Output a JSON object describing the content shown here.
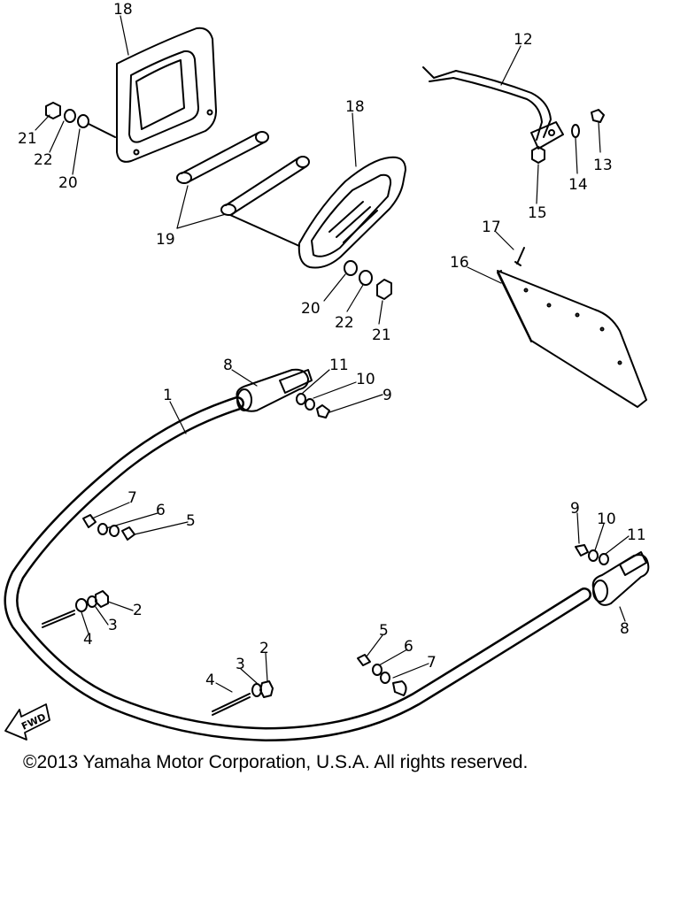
{
  "diagram": {
    "direction_marker": "FWD",
    "callouts": [
      {
        "id": "c18a",
        "text": "18"
      },
      {
        "id": "c21a",
        "text": "21"
      },
      {
        "id": "c22a",
        "text": "22"
      },
      {
        "id": "c20a",
        "text": "20"
      },
      {
        "id": "c19",
        "text": "19"
      },
      {
        "id": "c18b",
        "text": "18"
      },
      {
        "id": "c20b",
        "text": "20"
      },
      {
        "id": "c22b",
        "text": "22"
      },
      {
        "id": "c21b",
        "text": "21"
      },
      {
        "id": "c12",
        "text": "12"
      },
      {
        "id": "c13",
        "text": "13"
      },
      {
        "id": "c14",
        "text": "14"
      },
      {
        "id": "c15",
        "text": "15"
      },
      {
        "id": "c17",
        "text": "17"
      },
      {
        "id": "c16",
        "text": "16"
      },
      {
        "id": "c8a",
        "text": "8"
      },
      {
        "id": "c11a",
        "text": "11"
      },
      {
        "id": "c10a",
        "text": "10"
      },
      {
        "id": "c9a",
        "text": "9"
      },
      {
        "id": "c1",
        "text": "1"
      },
      {
        "id": "c7a",
        "text": "7"
      },
      {
        "id": "c6a",
        "text": "6"
      },
      {
        "id": "c5a",
        "text": "5"
      },
      {
        "id": "c2a",
        "text": "2"
      },
      {
        "id": "c3a",
        "text": "3"
      },
      {
        "id": "c4a",
        "text": "4"
      },
      {
        "id": "c2b",
        "text": "2"
      },
      {
        "id": "c3b",
        "text": "3"
      },
      {
        "id": "c4b",
        "text": "4"
      },
      {
        "id": "c5b",
        "text": "5"
      },
      {
        "id": "c6b",
        "text": "6"
      },
      {
        "id": "c7b",
        "text": "7"
      },
      {
        "id": "c9b",
        "text": "9"
      },
      {
        "id": "c10b",
        "text": "10"
      },
      {
        "id": "c11b",
        "text": "11"
      },
      {
        "id": "c8b",
        "text": "8"
      }
    ]
  },
  "footer": {
    "copyright": "©2013 Yamaha Motor Corporation, U.S.A. All rights reserved."
  }
}
